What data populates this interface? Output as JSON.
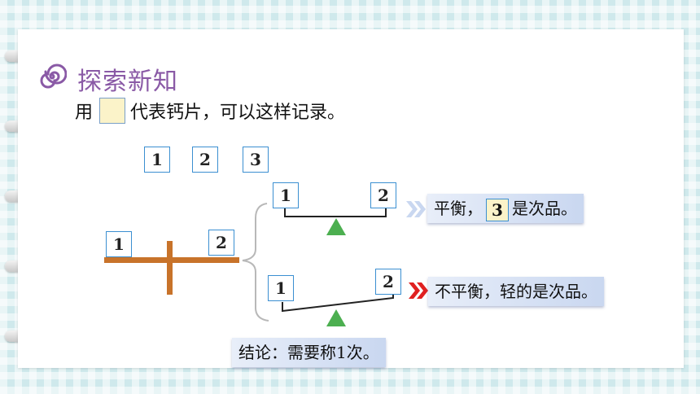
{
  "title": "探索新知",
  "intro": {
    "prefix": "用",
    "suffix": "代表钙片，可以这样记录。"
  },
  "items": [
    "1",
    "2",
    "3"
  ],
  "balance": {
    "left": "1",
    "right": "2"
  },
  "upper": {
    "left": "1",
    "right": "2",
    "result_prefix": "平衡，",
    "result_value": "3",
    "result_suffix": "是次品。"
  },
  "lower": {
    "left": "1",
    "right": "2",
    "result": "不平衡，轻的是次品。"
  },
  "conclusion": "结论：需要称1次。",
  "colors": {
    "title": "#8a5aa6",
    "border": "#3b8fd1",
    "fulcrum": "#4caf50",
    "beam": "#c8732a",
    "arrow": "#e02020"
  }
}
